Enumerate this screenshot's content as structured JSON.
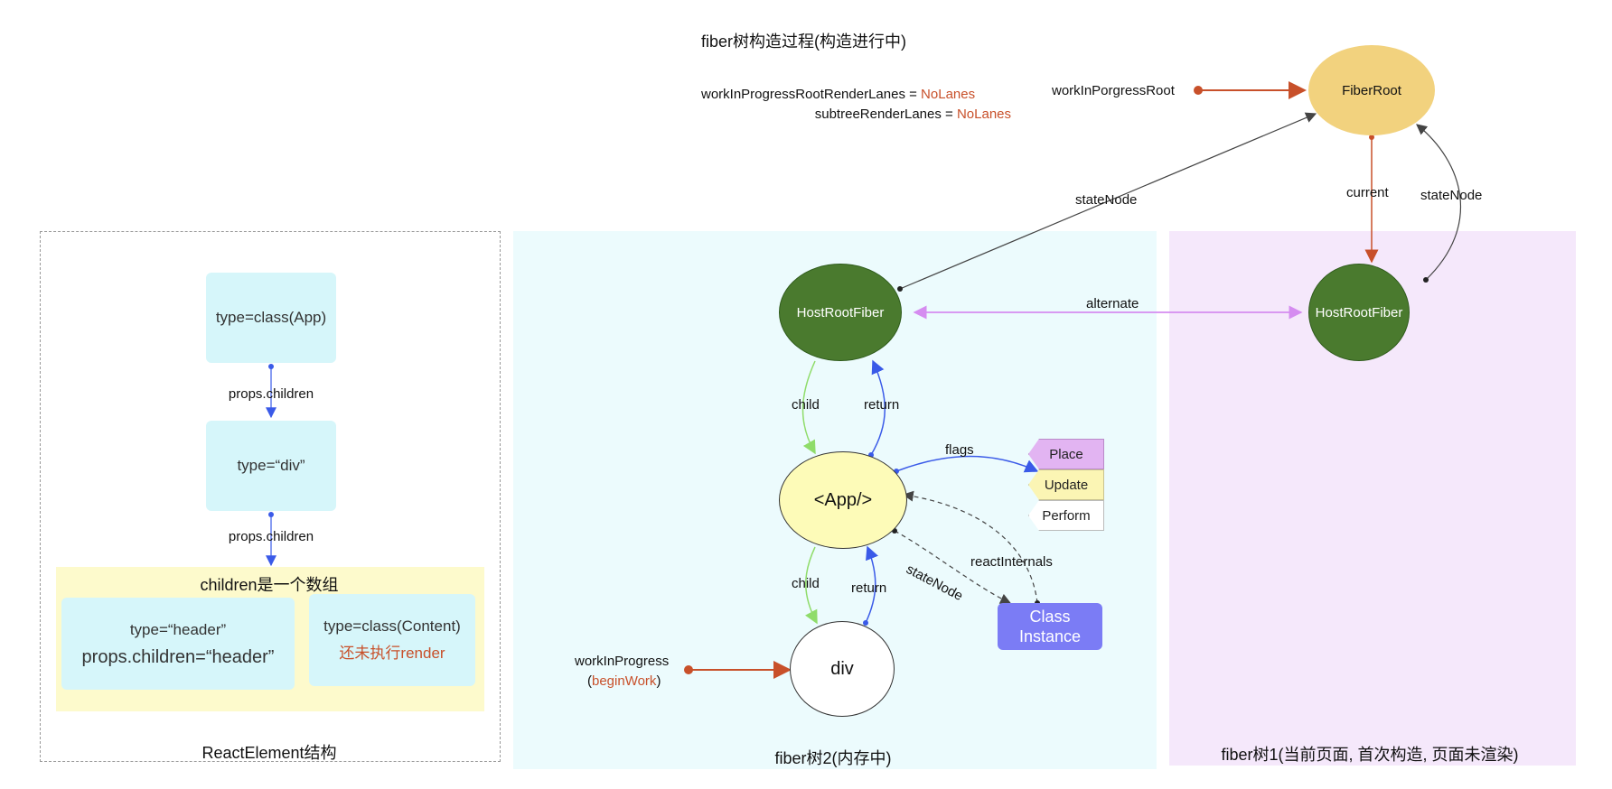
{
  "title": "fiber树构造过程(构造进行中)",
  "lanes": {
    "line1_prefix": "workInProgressRootRenderLanes = ",
    "line1_value": "NoLanes",
    "line2_prefix": "subtreeRenderLanes = ",
    "line2_value": "NoLanes"
  },
  "root_pointer_label": "workInPorgressRoot",
  "fiber_root_label": "FiberRoot",
  "edges": {
    "state_node_left": "stateNode",
    "current": "current",
    "state_node_right": "stateNode",
    "alternate": "alternate",
    "child_top": "child",
    "return_top": "return",
    "flags": "flags",
    "child_bottom": "child",
    "return_bottom": "return",
    "state_node_instance": "stateNode",
    "react_internals": "reactInternals",
    "props_children_1": "props.children",
    "props_children_2": "props.children"
  },
  "react_element": {
    "app": "type=class(App)",
    "div": "type=“div”",
    "array_title": "children是一个数组",
    "header_type": "type=“header”",
    "header_props": "props.children=“header”",
    "content_type": "type=class(Content)",
    "content_note": "还未执行render",
    "panel_label": "ReactElement结构"
  },
  "fiber2": {
    "host_root": "HostRootFiber",
    "app": "<App/>",
    "div": "div",
    "wip_label": "workInProgress",
    "begin_open": "(",
    "begin_work": "beginWork",
    "begin_close": ")",
    "class_instance_1": "Class",
    "class_instance_2": "Instance",
    "panel_label": "fiber树2(内存中)"
  },
  "flags": {
    "place": "Place",
    "update": "Update",
    "perform": "Perform"
  },
  "fiber1": {
    "host_root": "HostRootFiber",
    "panel_label": "fiber树1(当前页面, 首次构造, 页面未渲染)"
  },
  "colors": {
    "accent_red": "#c8502a",
    "green_node": "#4a7a2e",
    "fiber_root": "#f2d27e",
    "app_node": "#fdfbb8",
    "class_instance": "#7b7cf5",
    "child_edge": "#8fdc6a",
    "return_edge": "#3a5ae8",
    "alternate_edge": "#d58cf0"
  }
}
